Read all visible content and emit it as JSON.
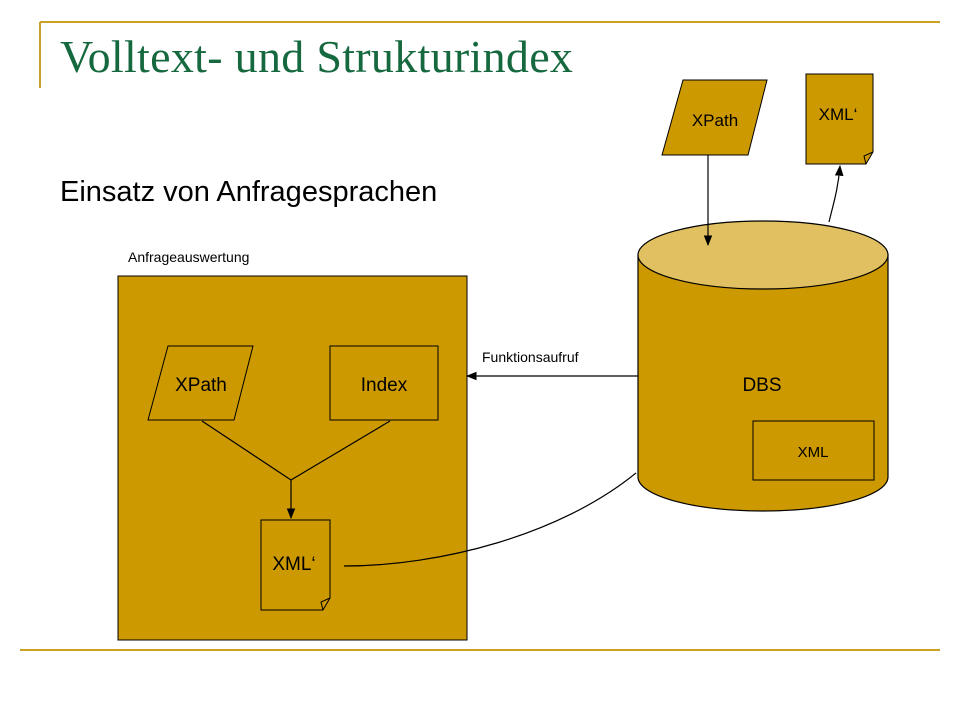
{
  "slide": {
    "title": "Volltext- und Strukturindex",
    "subtitle": "Einsatz von Anfragesprachen"
  },
  "colors": {
    "accent": "#c9a227",
    "title": "#16693f",
    "fill": "#cc9900",
    "cylinder_top": "#e0c060"
  },
  "diagram": {
    "box_label": "Anfrageauswertung",
    "inner_xpath": "XPath",
    "inner_index": "Index",
    "inner_xml_result": "XML‘",
    "call_label": "Funktionsaufruf",
    "dbs_label": "DBS",
    "dbs_xml": "XML",
    "top_xpath": "XPath",
    "top_xml_result": "XML‘"
  }
}
